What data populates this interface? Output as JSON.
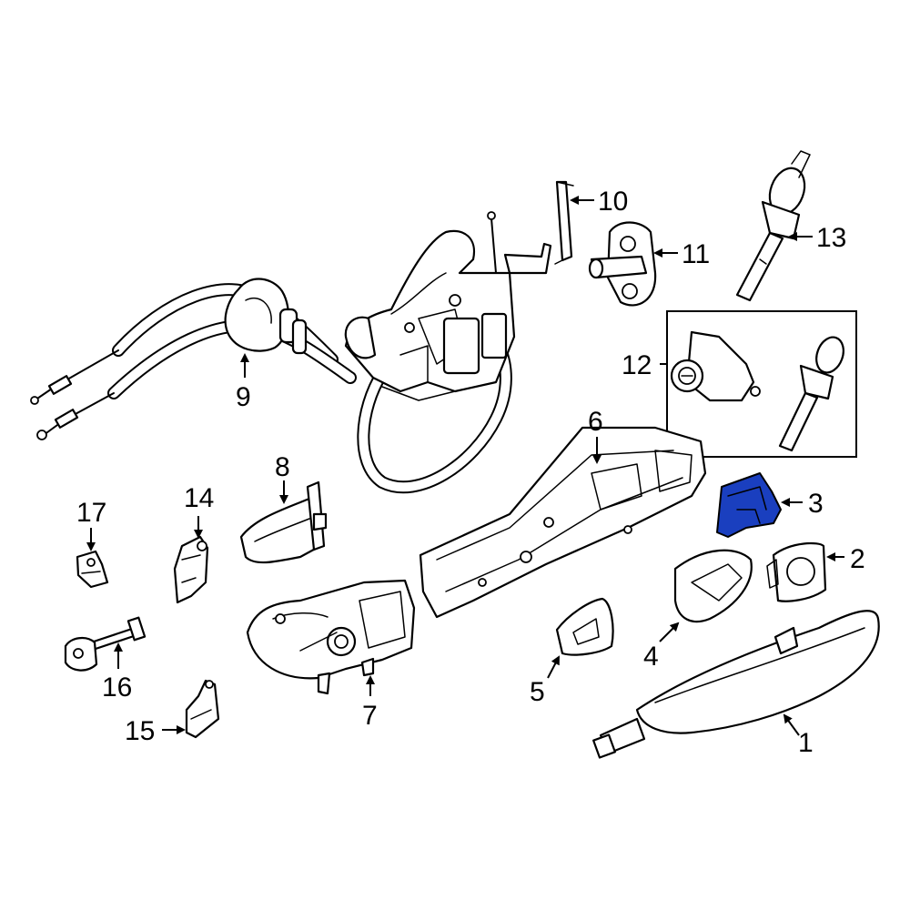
{
  "highlight_color": "#1a3fbf",
  "highlighted_part": "3",
  "callouts": [
    {
      "id": "c1",
      "label": "1"
    },
    {
      "id": "c2",
      "label": "2"
    },
    {
      "id": "c3",
      "label": "3"
    },
    {
      "id": "c4",
      "label": "4"
    },
    {
      "id": "c5",
      "label": "5"
    },
    {
      "id": "c6",
      "label": "6"
    },
    {
      "id": "c7",
      "label": "7"
    },
    {
      "id": "c8",
      "label": "8"
    },
    {
      "id": "c9",
      "label": "9"
    },
    {
      "id": "c10",
      "label": "10"
    },
    {
      "id": "c11",
      "label": "11"
    },
    {
      "id": "c12",
      "label": "12"
    },
    {
      "id": "c13",
      "label": "13"
    },
    {
      "id": "c14",
      "label": "14"
    },
    {
      "id": "c15",
      "label": "15"
    },
    {
      "id": "c16",
      "label": "16"
    },
    {
      "id": "c17",
      "label": "17"
    }
  ]
}
